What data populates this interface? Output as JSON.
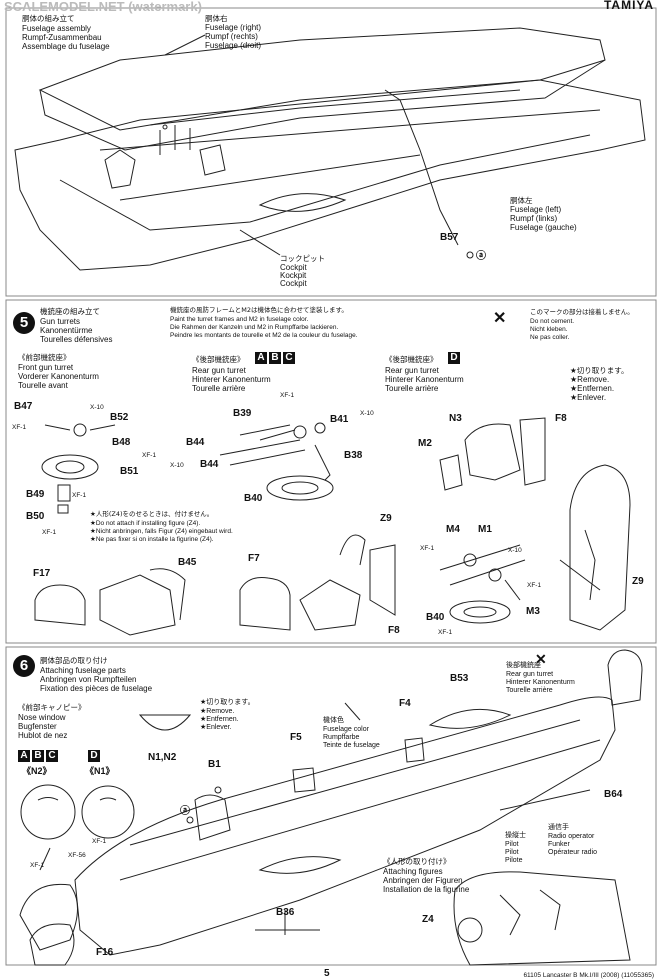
{
  "header": {
    "watermark": "SCALEMODEL.NET (watermark)",
    "brand": "TAMIYA"
  },
  "step4": {
    "title_jp": "胴体の組み立て",
    "title_en": "Fuselage assembly",
    "title_de": "Rumpf-Zusammenbau",
    "title_fr": "Assemblage du fuselage",
    "right_jp": "胴体右",
    "right_en": "Fuselage (right)",
    "right_de": "Rumpf (rechts)",
    "right_fr": "Fuselage (droit)",
    "left_jp": "胴体左",
    "left_en": "Fuselage (left)",
    "left_de": "Rumpf (links)",
    "left_fr": "Fuselage (gauche)",
    "cockpit_jp": "コックピット",
    "cockpit_en": "Cockpit",
    "cockpit_de": "Kockpit",
    "cockpit_fr": "Cockpit",
    "part_b57": "B57",
    "mark_a": "ⓐ"
  },
  "step5": {
    "number": "5",
    "title_jp": "機銃座の組み立て",
    "title_en": "Gun turrets",
    "title_de": "Kanonentürme",
    "title_fr": "Tourelles défensives",
    "paint_jp": "機銃座の風防フレームとM2は機体色に合わせて塗装します。",
    "paint_en": "Paint the turret frames and M2 in fuselage color.",
    "paint_de": "Die Rahmen der Kanzeln und M2 in Rumpffarbe lackieren.",
    "paint_fr": "Peindre les montants de tourelle et M2 de la couleur du fuselage.",
    "cement_jp": "このマークの部分は接着しません。",
    "cement_en": "Do not cement.",
    "cement_de": "Nicht kleben.",
    "cement_fr": "Ne pas coller.",
    "front_jp": "《前部機銃座》",
    "front_en": "Front gun turret",
    "front_de": "Vorderer Kanonenturm",
    "front_fr": "Tourelle avant",
    "rear_abc_jp": "《後部機銃座》",
    "rear_abc_letters": [
      "A",
      "B",
      "C"
    ],
    "rear_en": "Rear gun turret",
    "rear_de": "Hinterer Kanonenturm",
    "rear_fr": "Tourelle arrière",
    "rear_d_jp": "《後部機銃座》",
    "rear_d_letter": "D",
    "remove_jp": "★切り取ります。",
    "remove_en": "★Remove.",
    "remove_de": "★Entfernen.",
    "remove_fr": "★Enlever.",
    "z4_jp": "★人形(Z4)をのせるときは、付けません。",
    "z4_en": "★Do not attach if installing figure (Z4).",
    "z4_de": "★Nicht anbringen, falls Figur (Z4) eingebaut wird.",
    "z4_fr": "★Ne pas fixer si on installe la figurine (Z4).",
    "parts": [
      "B47",
      "B52",
      "B48",
      "B51",
      "B49",
      "B50",
      "F17",
      "B45",
      "B39",
      "B41",
      "B44",
      "B44",
      "B38",
      "B40",
      "F7",
      "F8",
      "Z9",
      "N3",
      "F8",
      "M2",
      "M4",
      "M1",
      "M3",
      "B40",
      "Z9"
    ],
    "paints": [
      "X-10",
      "XF-1",
      "XF-1",
      "XF-1",
      "XF-1",
      "X-10",
      "X-10",
      "XF-1",
      "XF-1",
      "X-10",
      "XF-1",
      "XF-1"
    ]
  },
  "step6": {
    "number": "6",
    "title_jp": "胴体部品の取り付け",
    "title_en": "Attaching fuselage parts",
    "title_de": "Anbringen von Rumpfteilen",
    "title_fr": "Fixation des pièces de fuselage",
    "nose_jp": "《前部キャノピー》",
    "nose_en": "Nose window",
    "nose_de": "Bugfenster",
    "nose_fr": "Hublot de nez",
    "letters_abc": [
      "A",
      "B",
      "C"
    ],
    "letter_d": "D",
    "n2": "《N2》",
    "n1": "《N1》",
    "remove_jp": "★切り取ります。",
    "remove_en": "★Remove.",
    "remove_de": "★Entfernen.",
    "remove_fr": "★Enlever.",
    "fuselage_color_jp": "機体色",
    "fuselage_color_en": "Fuselage color",
    "fuselage_color_de": "Rumpffarbe",
    "fuselage_color_fr": "Teinte de fuselage",
    "rear_jp": "後部機銃座",
    "rear_en": "Rear gun turret",
    "rear_de": "Hinterer Kanonenturm",
    "rear_fr": "Tourelle arrière",
    "fig_jp": "《人形の取り付け》",
    "fig_en": "Attaching figures",
    "fig_de": "Anbringen der Figuren",
    "fig_fr": "Installation de la figurine",
    "pilot_jp": "操縦士",
    "pilot_en": "Pilot",
    "pilot_de": "Pilot",
    "pilot_fr": "Pilote",
    "radio_jp": "通信手",
    "radio_en": "Radio operator",
    "radio_de": "Funker",
    "radio_fr": "Opérateur radio",
    "parts": [
      "N1,N2",
      "B1",
      "F5",
      "F4",
      "B53",
      "B64",
      "B36",
      "F16",
      "Z4"
    ],
    "paints": [
      "XF-1",
      "XF-56",
      "XF-1"
    ],
    "mark_a": "ⓐ"
  },
  "footer": {
    "page": "5",
    "code": "61105 Lancaster B Mk.I/III (2008) (11055365)"
  }
}
